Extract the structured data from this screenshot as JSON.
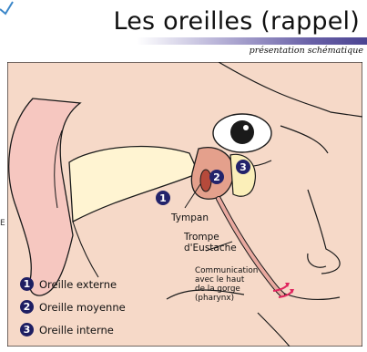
{
  "header": {
    "title": "Les oreilles (rappel)",
    "subtitle": "présentation schématique"
  },
  "left_hint": "E",
  "diagram": {
    "markers": [
      "1",
      "2",
      "3"
    ],
    "labels": {
      "tympan": "Tympan",
      "trompe_line1": "Trompe",
      "trompe_line2": "d'Eustache",
      "comm_line1": "Communication",
      "comm_line2": "avec le haut",
      "comm_line3": "de la gorge",
      "comm_line4": "(pharynx)"
    }
  },
  "legend": [
    {
      "num": "1",
      "label": "Oreille externe"
    },
    {
      "num": "2",
      "label": "Oreille moyenne"
    },
    {
      "num": "3",
      "label": "Oreille interne"
    }
  ],
  "colors": {
    "skin": "#f6d9c8",
    "ear_canal": "#fff4d2",
    "cochlea": "#fbefb9",
    "middle_ear": "#e4a08c",
    "outline": "#1a1a1a",
    "marker": "#23236b",
    "title_bar_dark": "#4b4492",
    "arrow": "#e0245e"
  }
}
